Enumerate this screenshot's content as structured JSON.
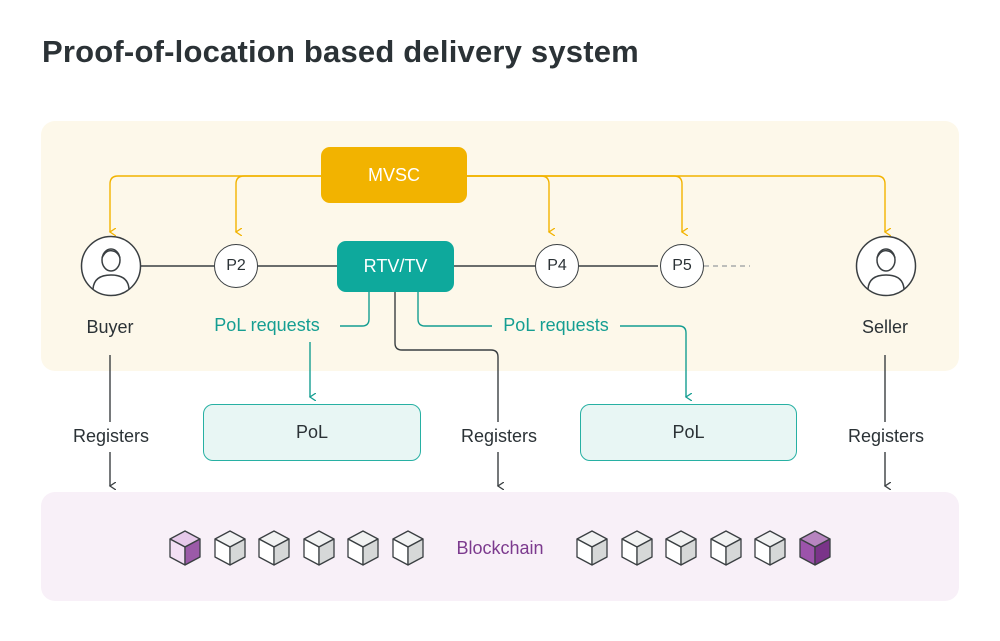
{
  "title": "Proof-of-location based delivery system",
  "nodes": {
    "mvsc": "MVSC",
    "rtv": "RTV/TV",
    "p2": "P2",
    "p4": "P4",
    "p5": "P5"
  },
  "actors": {
    "buyer": "Buyer",
    "seller": "Seller"
  },
  "edges": {
    "pol_requests_left": "PoL requests",
    "pol_requests_right": "PoL requests",
    "registers_buyer": "Registers",
    "registers_rtv": "Registers",
    "registers_seller": "Registers"
  },
  "pol_boxes": {
    "left": "PoL",
    "right": "PoL"
  },
  "blockchain": {
    "label": "Blockchain",
    "left_blocks": [
      "highlighted",
      "plain",
      "plain",
      "plain",
      "plain",
      "plain"
    ],
    "right_blocks": [
      "plain",
      "plain",
      "plain",
      "plain",
      "plain",
      "highlighted-dark"
    ]
  },
  "colors": {
    "title": "#2b3236",
    "mvsc": "#f2b300",
    "rtv": "#0ea99c",
    "pol_border": "#27b0a3",
    "top_panel": "#fdf8ea",
    "bottom_panel": "#f8f0f8",
    "blockchain_label": "#7c3a8e"
  }
}
